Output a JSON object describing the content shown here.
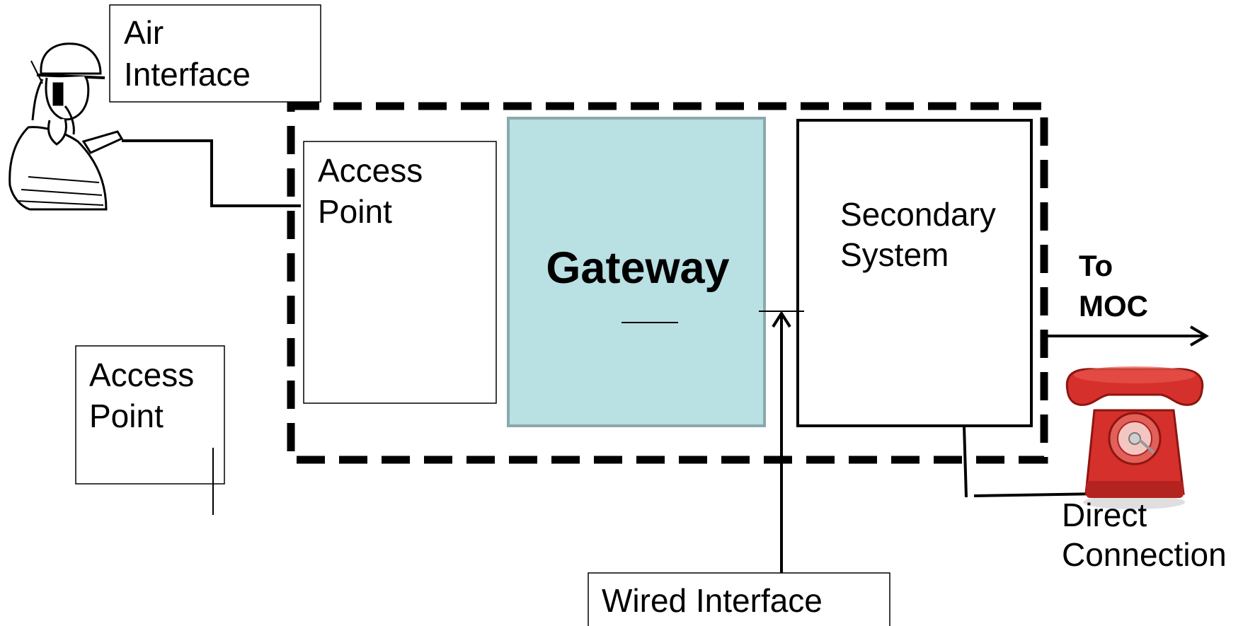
{
  "labels": {
    "air_interface": [
      "Air",
      "Interface"
    ],
    "access_point_inner": [
      "Access",
      "Point"
    ],
    "access_point_outer": [
      "Access",
      "Point"
    ],
    "gateway": "Gateway",
    "secondary_system": [
      "Secondary",
      "System"
    ],
    "to_moc": [
      "To",
      "MOC"
    ],
    "direct_connection": [
      "Direct",
      "Connection"
    ],
    "wired_interface": "Wired Interface"
  },
  "colors": {
    "gateway_fill": "#b9e0e3",
    "gateway_border": "#8aa9ac",
    "phone_body": "#d5302b",
    "phone_dark": "#8e1510"
  },
  "icons": {
    "worker": "worker-on-phone-icon",
    "telephone": "red-telephone-icon"
  }
}
